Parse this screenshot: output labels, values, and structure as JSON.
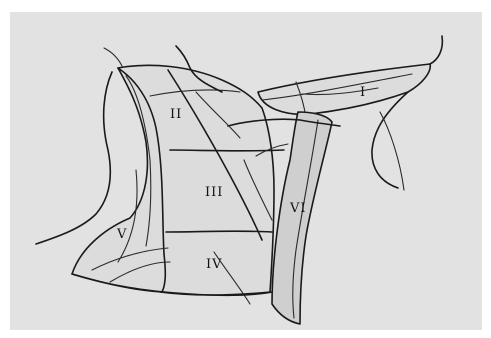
{
  "diagram": {
    "levels": [
      {
        "key": "I",
        "label": "I"
      },
      {
        "key": "II",
        "label": "II"
      },
      {
        "key": "III",
        "label": "III"
      },
      {
        "key": "IV",
        "label": "IV"
      },
      {
        "key": "V",
        "label": "V"
      },
      {
        "key": "VI",
        "label": "VI"
      }
    ]
  },
  "colors": {
    "paper": "#e2e2e2",
    "ink": "#1a1a1a",
    "region_fill": "#dcdcdc"
  }
}
